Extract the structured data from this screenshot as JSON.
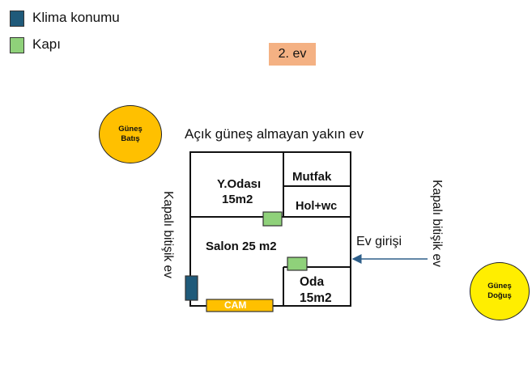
{
  "legend": {
    "items": [
      {
        "label": "Klima konumu",
        "color": "#1f5a7a"
      },
      {
        "label": "Kapı",
        "color": "#8fd17a"
      }
    ]
  },
  "house_label": "2. ev",
  "sun_west": {
    "lines": [
      "Güneş",
      "Batış"
    ],
    "color": "#ffc000"
  },
  "sun_east": {
    "lines": [
      "Güneş",
      "Doğuş"
    ],
    "color": "#ffee00"
  },
  "north_label": "Açık güneş almayan yakın ev",
  "left_neighbor": "Kapalı bitişik ev",
  "right_neighbor": "Kapalı bitişik ev",
  "entrance_label": "Ev girişi",
  "rooms": {
    "bedroom": {
      "name": "Y.Odası",
      "size": "15m2"
    },
    "kitchen": "Mutfak",
    "hall_wc": "Hol+wc",
    "salon": "Salon 25 m2",
    "room": {
      "name": "Oda",
      "size": "15m2"
    }
  },
  "window_label": "CAM",
  "colors": {
    "window": "#ffc000",
    "wall": "#111111",
    "arrow": "#2e5f8a"
  }
}
